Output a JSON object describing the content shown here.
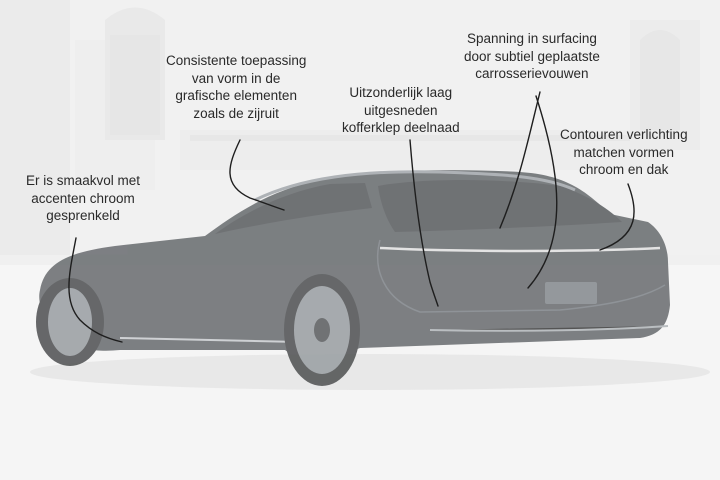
{
  "annotations": [
    {
      "id": "chrome",
      "lines": [
        "Er is smaakvol met",
        "accenten chroom",
        "gesprenkeld"
      ]
    },
    {
      "id": "form",
      "lines": [
        "Consistente toepassing",
        "van vorm in de",
        "grafische elementen",
        "zoals de zijruit"
      ]
    },
    {
      "id": "trunk",
      "lines": [
        "Uitzonderlijk laag",
        "uitgesneden",
        "kofferklep deelnaad"
      ]
    },
    {
      "id": "surfacing",
      "lines": [
        "Spanning in surfacing",
        "door subtiel geplaatste",
        "carrosserievouwen"
      ]
    },
    {
      "id": "lighting",
      "lines": [
        "Contouren verlichting",
        "matchen vormen",
        "chroom en dak"
      ]
    }
  ],
  "colors": {
    "background": "#f4f4f4",
    "car_body": "#3e4246",
    "glass": "#2b2f33",
    "annotation_text": "#2a2a2a",
    "leader_line": "#1e1e1e"
  }
}
